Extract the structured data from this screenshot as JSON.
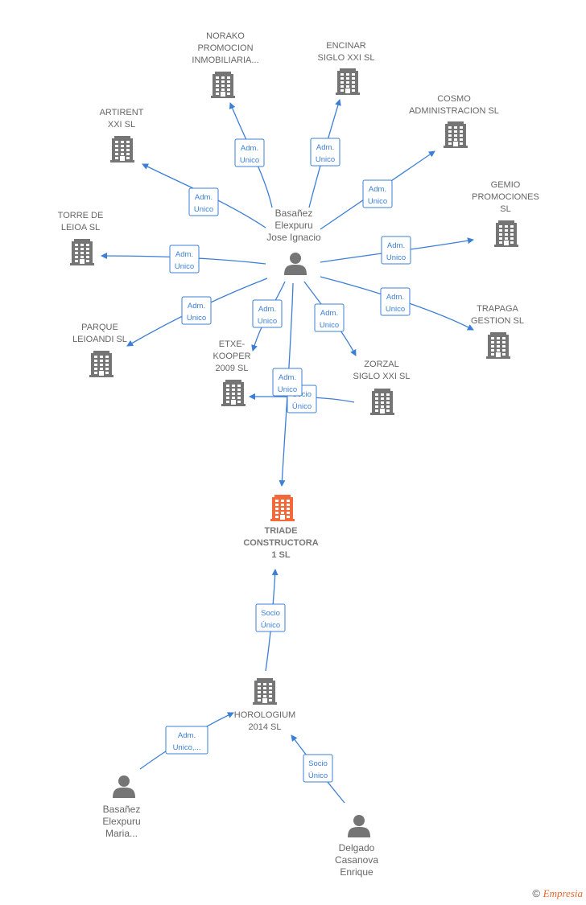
{
  "colors": {
    "building": "#757575",
    "focus_building": "#f26a3a",
    "person": "#757575",
    "edge": "#3b7fd6"
  },
  "nodes": {
    "norako": [
      "NORAKO",
      "PROMOCION",
      "INMOBILIARIA..."
    ],
    "encinar": [
      "ENCINAR",
      "SIGLO XXI SL"
    ],
    "cosmo": [
      "COSMO",
      "ADMINISTRACION SL"
    ],
    "artirent": [
      "ARTIRENT",
      "XXI  SL"
    ],
    "gemio": [
      "GEMIO",
      "PROMOCIONES",
      "SL"
    ],
    "torre": [
      "TORRE DE",
      "LEIOA  SL"
    ],
    "trapaga": [
      "TRAPAGA",
      "GESTION SL"
    ],
    "parque": [
      "PARQUE",
      "LEIOANDI SL"
    ],
    "etxe": [
      "ETXE-",
      "KOOPER",
      "2009 SL"
    ],
    "zorzal": [
      "ZORZAL",
      "SIGLO XXI SL"
    ],
    "triade": [
      "TRIADE",
      "CONSTRUCTORA",
      "1  SL"
    ],
    "horologium": [
      "HOROLOGIUM",
      "2014  SL"
    ]
  },
  "persons": {
    "jose": [
      "Basañez",
      "Elexpuru",
      "Jose Ignacio"
    ],
    "maria": [
      "Basañez",
      "Elexpuru",
      "Maria..."
    ],
    "delgado": [
      "Delgado",
      "Casanova",
      "Enrique"
    ]
  },
  "badges": {
    "adm_unico": [
      "Adm.",
      "Unico"
    ],
    "socio_unico": [
      "Socio",
      "Único"
    ],
    "adm_unico_more": [
      "Adm.",
      "Unico,..."
    ]
  },
  "footer": {
    "copyright": "©",
    "brand": "Empresia"
  }
}
